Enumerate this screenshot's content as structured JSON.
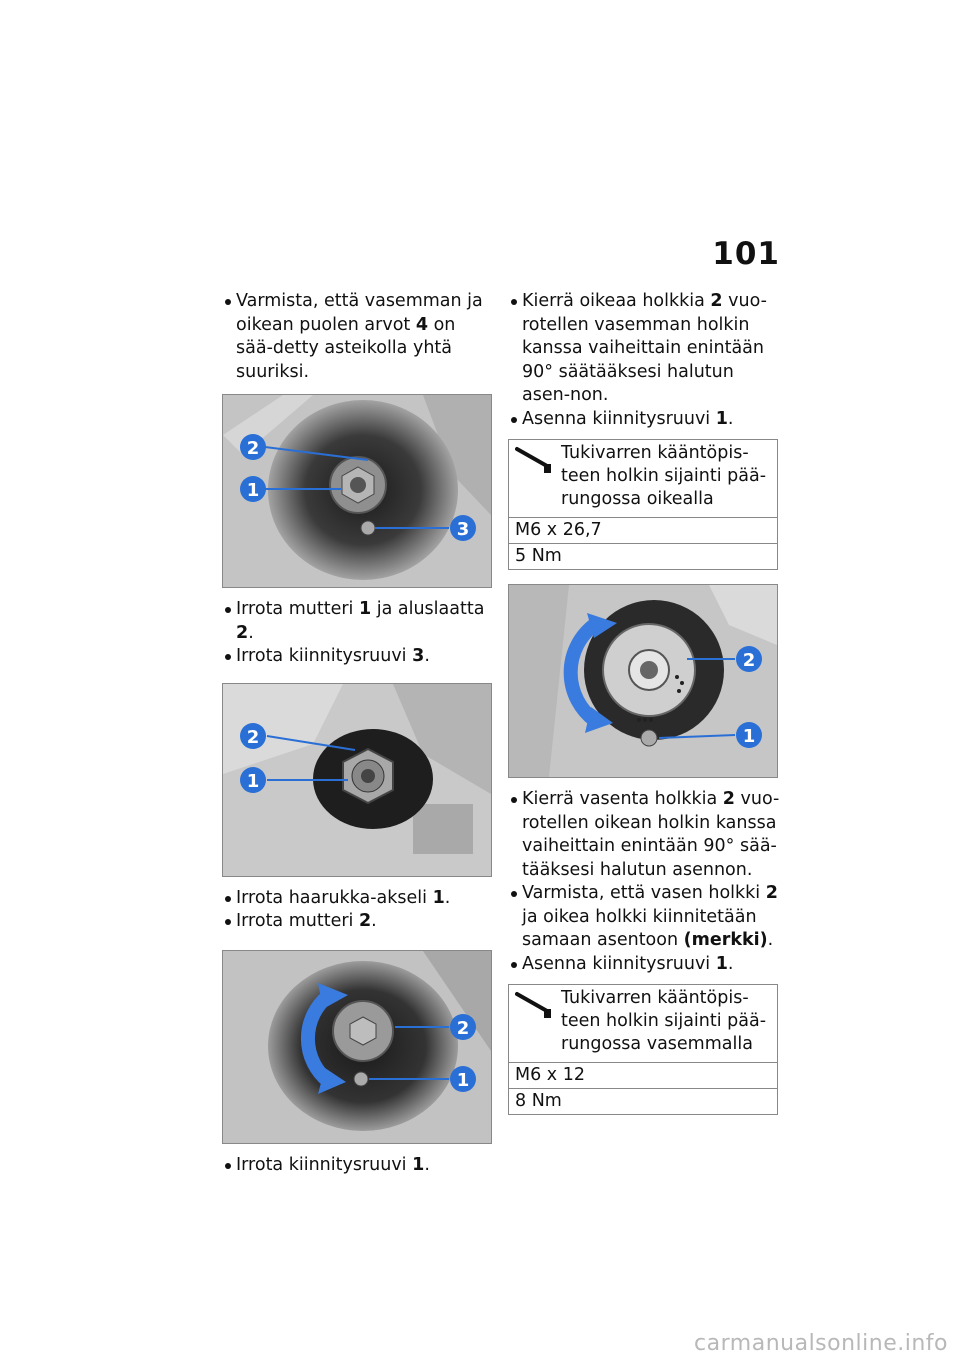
{
  "page_number": "101",
  "left": {
    "p1": {
      "a": "Varmista, että vasemman ja oikean puolen arvot ",
      "b": "4",
      "c": " on sää-detty asteikolla yhtä suuriksi."
    },
    "fig1": {
      "labels": [
        "2",
        "1",
        "3"
      ]
    },
    "p2": {
      "a": "Irrota mutteri ",
      "b": "1",
      "c": " ja aluslaatta ",
      "d": "2",
      "e": "."
    },
    "p3": {
      "a": "Irrota kiinnitysruuvi ",
      "b": "3",
      "c": "."
    },
    "fig2": {
      "labels": [
        "2",
        "1"
      ]
    },
    "p4": {
      "a": "Irrota haarukka-akseli ",
      "b": "1",
      "c": "."
    },
    "p5": {
      "a": "Irrota mutteri ",
      "b": "2",
      "c": "."
    },
    "fig3": {
      "labels": [
        "2",
        "1"
      ]
    },
    "p6": {
      "a": "Irrota kiinnitysruuvi ",
      "b": "1",
      "c": "."
    }
  },
  "right": {
    "p1": {
      "a": "Kierrä oikeaa holkkia ",
      "b": "2",
      "c": " vuo-rotellen vasemman holkin kanssa vaiheittain enintään 90° säätääksesi halutun asen-non."
    },
    "p2": {
      "a": "Asenna kiinnitysruuvi ",
      "b": "1",
      "c": "."
    },
    "spec1": {
      "title": "Tukivarren kääntöpis-teen holkin sijainti pää-rungossa oikealla",
      "size": "M6 x 26,7",
      "torque": "5 Nm"
    },
    "fig4": {
      "labels": [
        "2",
        "1"
      ]
    },
    "p3": {
      "a": "Kierrä vasenta holkkia ",
      "b": "2",
      "c": " vuo-rotellen oikean holkin kanssa vaiheittain enintään 90° sää-tääksesi halutun asennon."
    },
    "p4": {
      "a": "Varmista, että vasen holkki ",
      "b": "2",
      "c": " ja oikea holkki kiinnitetään samaan asentoon ",
      "d": "(merkki)",
      "e": "."
    },
    "p5": {
      "a": "Asenna kiinnitysruuvi ",
      "b": "1",
      "c": "."
    },
    "spec2": {
      "title": "Tukivarren kääntöpis-teen holkin sijainti pää-rungossa vasemmalla",
      "size": "M6 x 12",
      "torque": "8 Nm"
    }
  },
  "watermark": "carmanualsonline.info",
  "colors": {
    "callout": "#2a6fd6",
    "arrow": "#3a7be0"
  }
}
